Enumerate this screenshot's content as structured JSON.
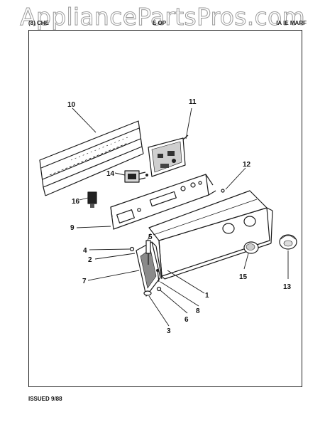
{
  "watermark": "AppliancePartsPros.com",
  "header": {
    "left": "(8) CHE",
    "mid": "E OP",
    "right": "IA IE MARF"
  },
  "callouts": {
    "c1": "1",
    "c2": "2",
    "c3": "3",
    "c4": "4",
    "c5": "5",
    "c6": "6",
    "c7": "7",
    "c8": "8",
    "c9": "9",
    "c10": "10",
    "c11": "11",
    "c12": "12",
    "c13": "13",
    "c14": "14",
    "c15": "15",
    "c16": "16"
  },
  "footer": {
    "issued": "ISSUED 9/88"
  }
}
